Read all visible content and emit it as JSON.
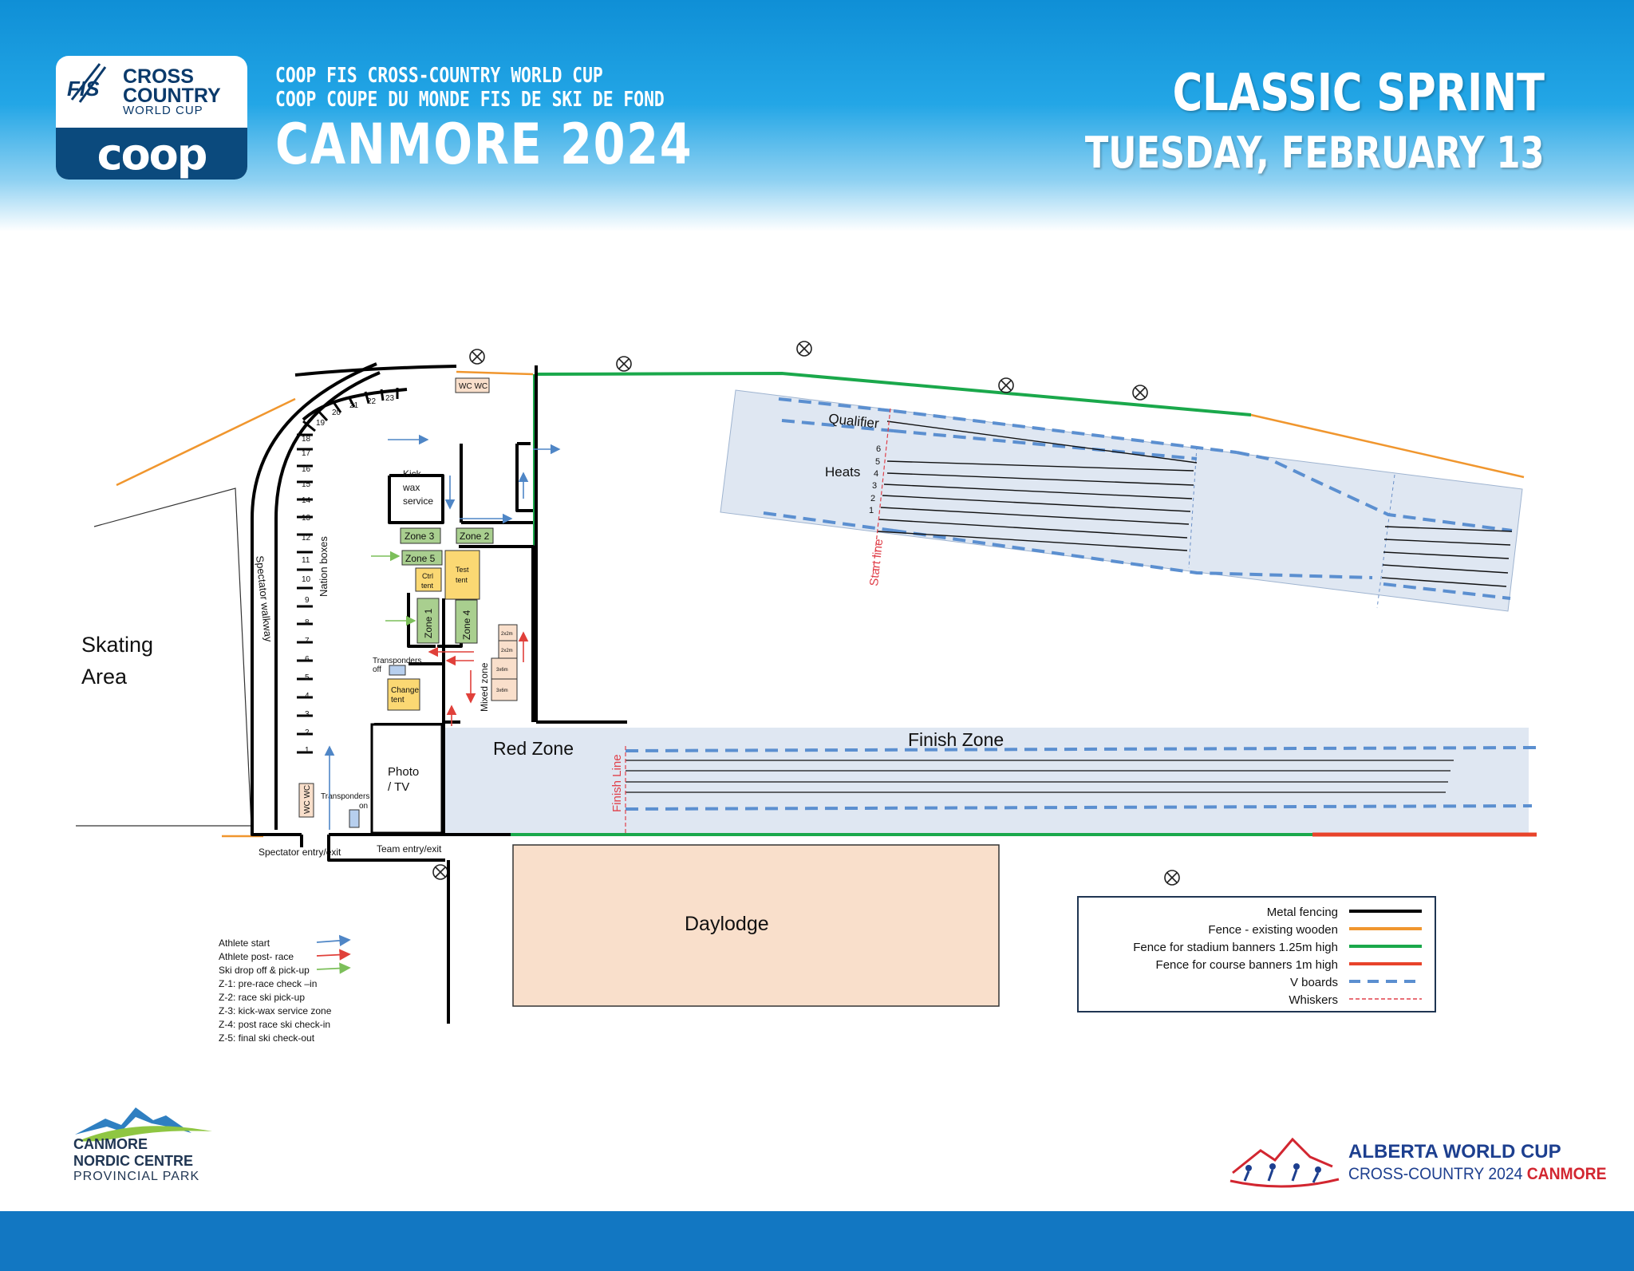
{
  "header": {
    "logo": {
      "fis": "FIS",
      "line1": "CROSS",
      "line2": "COUNTRY",
      "line3": "WORLD CUP",
      "coop": "coop"
    },
    "event_line1": "COOP FIS CROSS-COUNTRY WORLD CUP",
    "event_line2": "COOP COUPE DU MONDE FIS DE SKI DE FOND",
    "event_name": "CANMORE 2024",
    "race": "CLASSIC SPRINT",
    "date": "TUESDAY, FEBRUARY 13"
  },
  "map": {
    "skating_line1": "Skating",
    "skating_line2": "Area",
    "spectator_walkway": "Spectator walkway",
    "nation_boxes": "Nation boxes",
    "nation_numbers": [
      "1",
      "2",
      "3",
      "4",
      "5",
      "6",
      "7",
      "8",
      "9",
      "10",
      "11",
      "12",
      "13",
      "14",
      "15",
      "16",
      "17",
      "18",
      "19",
      "20",
      "21",
      "22",
      "23"
    ],
    "wc_top": "WC WC",
    "wc_bottom": "WC WC",
    "kick_wax": [
      "Kick",
      "wax",
      "service"
    ],
    "zone3": "Zone 3",
    "zone2": "Zone 2",
    "zone5": "Zone 5",
    "zone1": "Zone 1",
    "zone4": "Zone 4",
    "ctrl_tent": [
      "Ctrl",
      "tent"
    ],
    "test_tent": [
      "Test",
      "tent"
    ],
    "transponders_off": [
      "Transponders",
      "off"
    ],
    "change_tent": [
      "Change",
      "tent"
    ],
    "mixed_zone": "Mixed zone",
    "mixed_boxes": [
      "2x2m",
      "2x2m",
      "3x6m",
      "3x6m"
    ],
    "photo_tv": [
      "Photo",
      "/ TV"
    ],
    "transponders_on": [
      "Transponders",
      "on"
    ],
    "spectator_entry": "Spectator entry/exit",
    "team_entry": "Team entry/exit",
    "red_zone": "Red Zone",
    "finish_zone": "Finish Zone",
    "finish_line": "Finish Line",
    "start_line": "Start line",
    "qualifier": "Qualifier",
    "heats": "Heats",
    "heat_numbers": [
      "6",
      "5",
      "4",
      "3",
      "2",
      "1"
    ],
    "daylodge": "Daylodge"
  },
  "arrow_legend": {
    "items": [
      {
        "label": "Athlete start",
        "color": "#4f86c6"
      },
      {
        "label": "Athlete post- race",
        "color": "#e0403a"
      },
      {
        "label": "Ski drop off & pick-up",
        "color": "#7cbf5a"
      }
    ],
    "zones": [
      "Z-1: pre-race check –in",
      "Z-2: race ski pick-up",
      "Z-3: kick-wax service zone",
      "Z-4: post race ski check-in",
      "Z-5: final ski check-out"
    ]
  },
  "legend": {
    "items": [
      {
        "label": "Metal fencing",
        "color": "#000000",
        "style": "solid"
      },
      {
        "label": "Fence - existing wooden",
        "color": "#f0962e",
        "style": "solid"
      },
      {
        "label": "Fence for stadium banners 1.25m high",
        "color": "#1aa84b",
        "style": "solid"
      },
      {
        "label": "Fence for course banners 1m high",
        "color": "#e8432a",
        "style": "solid"
      },
      {
        "label": "V boards",
        "color": "#5b8fd0",
        "style": "dashed"
      },
      {
        "label": "Whiskers",
        "color": "#e0404a",
        "style": "fine-dashed"
      }
    ]
  },
  "footer": {
    "left_line1": "CANMORE",
    "left_line2": "NORDIC CENTRE",
    "left_line3": "PROVINCIAL PARK",
    "right_line1": "ALBERTA WORLD CUP",
    "right_line2a": "CROSS-COUNTRY 2024",
    "right_line2b": "CANMORE"
  },
  "colors": {
    "header_blue": "#0f8fd6",
    "footer_blue": "#1277c2",
    "zone_fill": "#dfe7f2",
    "daylodge_fill": "#f9dfcb",
    "tent_yellow": "#fbd873",
    "zone_green": "#a9cf8f"
  }
}
